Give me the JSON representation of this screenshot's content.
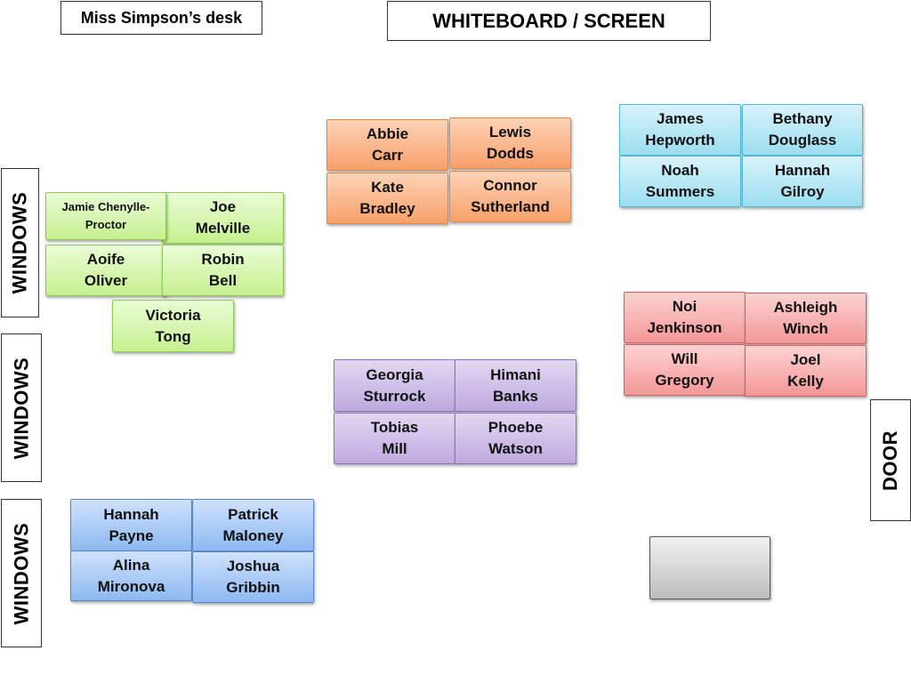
{
  "teacher_desk": "Miss Simpson’s desk",
  "whiteboard": "WHITEBOARD / SCREEN",
  "windows": [
    "WINDOWS",
    "WINDOWS",
    "WINDOWS"
  ],
  "door": "DOOR",
  "groups": {
    "orange": {
      "color": "#f8a06a",
      "desks": [
        "Abbie\nCarr",
        "Lewis\nDodds",
        "Kate\nBradley",
        "Connor\nSutherland"
      ]
    },
    "cyan": {
      "color": "#9bddef",
      "desks": [
        "James\nHepworth",
        "Bethany\nDouglass",
        "Noah\nSummers",
        "Hannah\nGilroy"
      ]
    },
    "green": {
      "color": "#c6f08f",
      "desks": [
        "Jamie Chenylle-\nProctor",
        "Joe\nMelville",
        "Aoife\nOliver",
        "Robin\nBell",
        "Victoria\nTong"
      ]
    },
    "red": {
      "color": "#f49797",
      "desks": [
        "Noi\nJenkinson",
        "Ashleigh\nWinch",
        "Will\nGregory",
        "Joel\nKelly"
      ]
    },
    "purple": {
      "color": "#bea9df",
      "desks": [
        "Georgia\nSturrock",
        "Himani\nBanks",
        "Tobias\nMill",
        "Phoebe\nWatson"
      ]
    },
    "blue": {
      "color": "#8db9f1",
      "desks": [
        "Hannah\nPayne",
        "Patrick\nMaloney",
        "Alina\nMironova",
        "Joshua\nGribbin"
      ]
    }
  }
}
